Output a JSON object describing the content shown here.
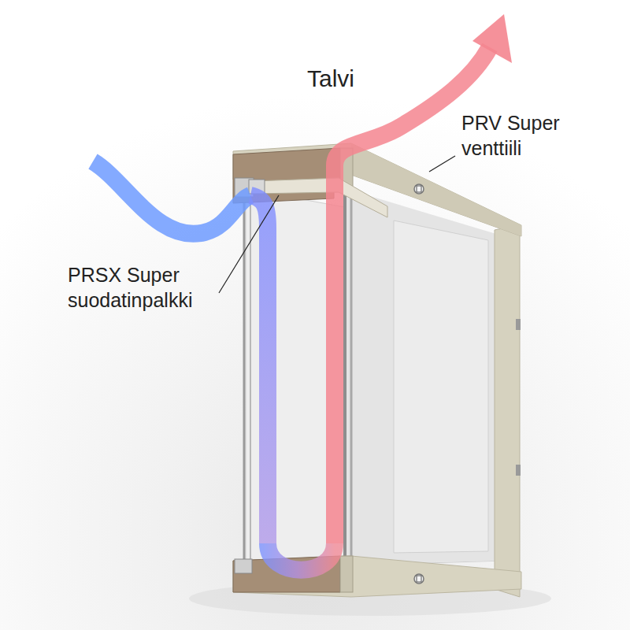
{
  "diagram": {
    "title": "Talvi",
    "labels": [
      "PRV Super venttiili",
      "PRSX Super suodatinpalkki"
    ]
  }
}
